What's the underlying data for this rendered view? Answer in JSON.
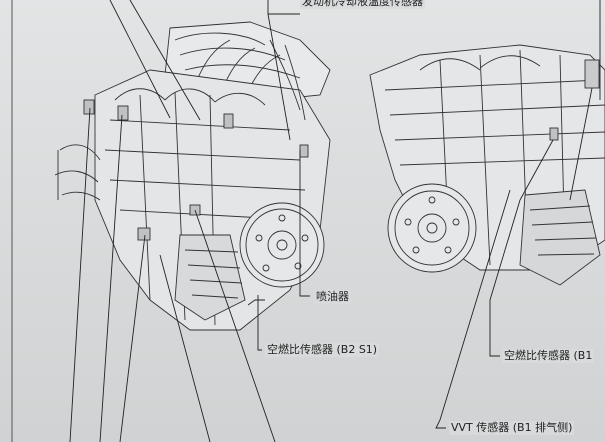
{
  "labels": {
    "coolant_temp_sensor": "发动机冷却液温度传感器",
    "injector": "喷油器",
    "af_sensor_b2s1": "空燃比传感器 (B2 S1)",
    "af_sensor_b1_partial": "空燃比传感器 (B1",
    "vvt_sensor_b1_exhaust": "VVT 传感器 (B1 排气侧)"
  },
  "colors": {
    "paper": "#d9dbdc",
    "ink": "#2a2a2a"
  }
}
